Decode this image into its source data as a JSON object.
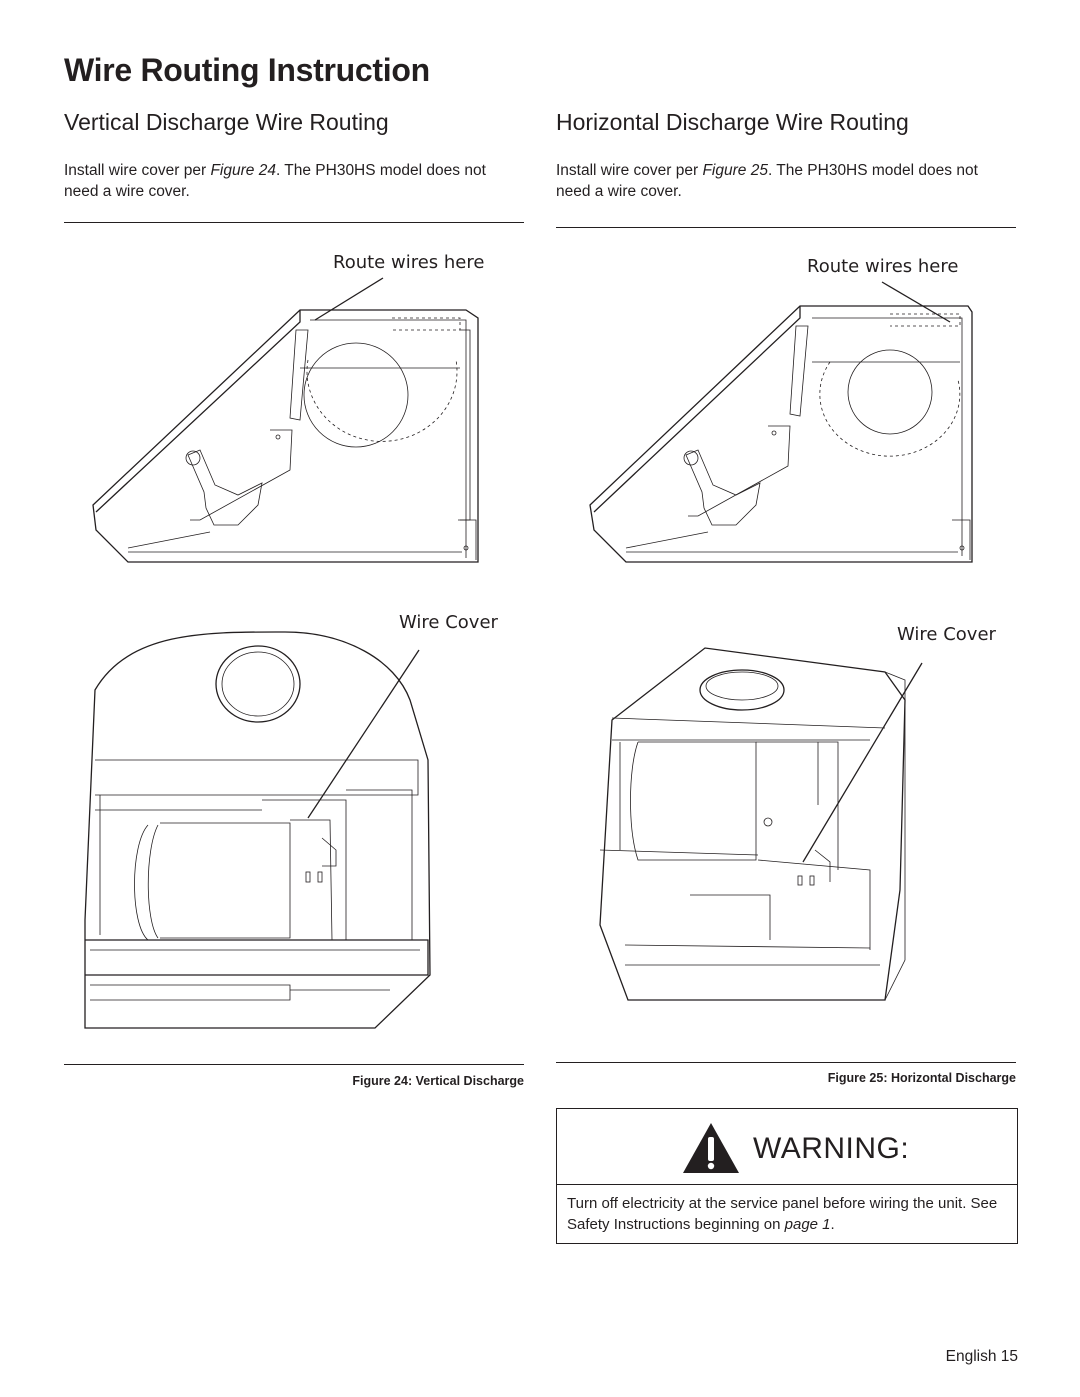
{
  "page": {
    "title": "Wire Routing Instruction",
    "footer": "English 15"
  },
  "vertical": {
    "heading": "Vertical Discharge Wire Routing",
    "intro_prefix": "Install wire cover per ",
    "intro_ref": "Figure 24",
    "intro_suffix": ". The PH30HS model does not need a wire cover.",
    "callout_route": "Route wires here",
    "callout_cover": "Wire Cover",
    "caption": "Figure 24: Vertical Discharge"
  },
  "horizontal": {
    "heading": "Horizontal Discharge Wire Routing",
    "intro_prefix": "Install wire cover per ",
    "intro_ref": "Figure 25",
    "intro_suffix": ". The PH30HS model does not need a wire cover.",
    "callout_route": "Route wires here",
    "callout_cover": "Wire Cover",
    "caption": "Figure 25: Horizontal Discharge"
  },
  "warning": {
    "title": "WARNING:",
    "text_prefix": "Turn off electricity at the service panel before wiring the unit. See Safety Instructions beginning on ",
    "text_ref": "page 1",
    "text_suffix": "."
  }
}
